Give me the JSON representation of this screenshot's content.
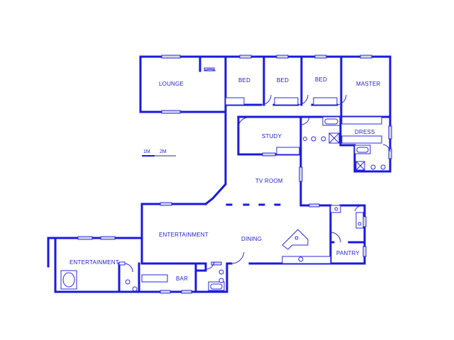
{
  "rooms": {
    "lounge": "LOUNGE",
    "bed1": "BED",
    "bed2": "BED",
    "bed3": "BED",
    "master": "MASTER",
    "study": "STUDY",
    "dress": "DRESS",
    "tv_room": "TV ROOM",
    "entertainment_main": "ENTERTAINMENT",
    "entertainment_left": "ENTERTAINMENT",
    "dining": "DINING",
    "pantry": "PANTRY",
    "bar": "BAR"
  },
  "scale": {
    "first": "1M",
    "second": "2M"
  },
  "colors": {
    "wall": "#1a1adc",
    "label": "#2222c8",
    "window_fill": "#d8d8f0"
  }
}
